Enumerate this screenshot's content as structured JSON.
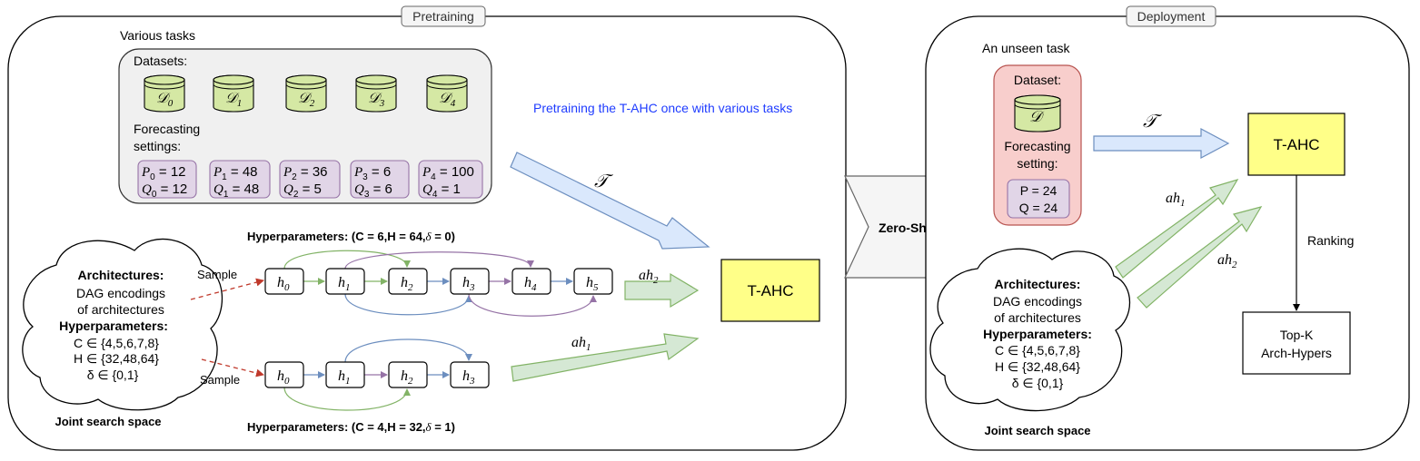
{
  "pretraining": {
    "title": "Pretraining",
    "various_tasks": "Various tasks",
    "datasets_label": "Datasets:",
    "datasets": [
      {
        "sym": "𝒟",
        "sub": "0"
      },
      {
        "sym": "𝒟",
        "sub": "1"
      },
      {
        "sym": "𝒟",
        "sub": "2"
      },
      {
        "sym": "𝒟",
        "sub": "3"
      },
      {
        "sym": "𝒟",
        "sub": "4"
      }
    ],
    "forecasting_label_1": "Forecasting",
    "forecasting_label_2": "settings:",
    "settings": [
      {
        "p_sub": "0",
        "p": "= 12",
        "q_sub": "0",
        "q": "= 12"
      },
      {
        "p_sub": "1",
        "p": "= 48",
        "q_sub": "1",
        "q": "= 48"
      },
      {
        "p_sub": "2",
        "p": "= 36",
        "q_sub": "2",
        "q": "= 5"
      },
      {
        "p_sub": "3",
        "p": "= 6",
        "q_sub": "3",
        "q": "= 6"
      },
      {
        "p_sub": "4",
        "p": "= 100",
        "q_sub": "4",
        "q": "= 1"
      }
    ],
    "blue_note": "Pretraining the T-AHC once with various tasks",
    "tau": "𝒯",
    "hyper_top": {
      "prefix": "Hyperparameters: (C = 6,H = 64,",
      "delta": "δ",
      "suffix": " = 0)"
    },
    "hyper_bottom": {
      "prefix": "Hyperparameters: (C = 4,H = 32,",
      "delta": "δ",
      "suffix": " = 1)"
    },
    "sample": "Sample",
    "nodes_top": [
      "0",
      "1",
      "2",
      "3",
      "4",
      "5"
    ],
    "nodes_bottom": [
      "0",
      "1",
      "2",
      "3"
    ],
    "node_sym": "h",
    "ah": "ah",
    "ah_top_sub": "2",
    "ah_bottom_sub": "1",
    "tahc": "T-AHC",
    "cloud": {
      "arch": "Architectures:",
      "dag1": "DAG encodings",
      "dag2": "of architectures",
      "hyper": "Hyperparameters:",
      "c": "C ∈ {4,5,6,7,8}",
      "h": "H ∈ {32,48,64}",
      "d": "δ ∈ {0,1}"
    },
    "joint": "Joint search space"
  },
  "zero_shot": "Zero-Shot",
  "deployment": {
    "title": "Deployment",
    "unseen": "An unseen task",
    "dataset_label": "Dataset:",
    "dataset_sym": "𝒟",
    "forecasting_1": "Forecasting",
    "forecasting_2": "setting:",
    "p": "P = 24",
    "q": "Q = 24",
    "tau": "𝒯",
    "tahc": "T-AHC",
    "ah": "ah",
    "ah1_sub": "1",
    "ah2_sub": "2",
    "ranking": "Ranking",
    "topk_1": "Top-K",
    "topk_2": "Arch-Hypers",
    "cloud": {
      "arch": "Architectures:",
      "dag1": "DAG encodings",
      "dag2": "of architectures",
      "hyper": "Hyperparameters:",
      "c": "C ∈ {4,5,6,7,8}",
      "h": "H ∈ {32,48,64}",
      "d": "δ ∈ {0,1}"
    },
    "joint": "Joint search space"
  },
  "colors": {
    "cylinder": "#d5e8a4",
    "setting_box": "#e1d5e7",
    "setting_border": "#9673a6",
    "gray_panel": "#f0f0f0",
    "red_panel": "#f8cecc",
    "red_border": "#b85450",
    "yellow": "#ffff88",
    "blue_arrow": "#dae8fc",
    "blue_arrow_border": "#6c8ebf",
    "green_arrow": "#d5e8d4",
    "green_arrow_border": "#82b366",
    "blue_text": "#1f3cff",
    "edge_green": "#82b366",
    "edge_blue": "#6c8ebf",
    "edge_purple": "#9673a6",
    "sample_red": "#c0392b"
  }
}
